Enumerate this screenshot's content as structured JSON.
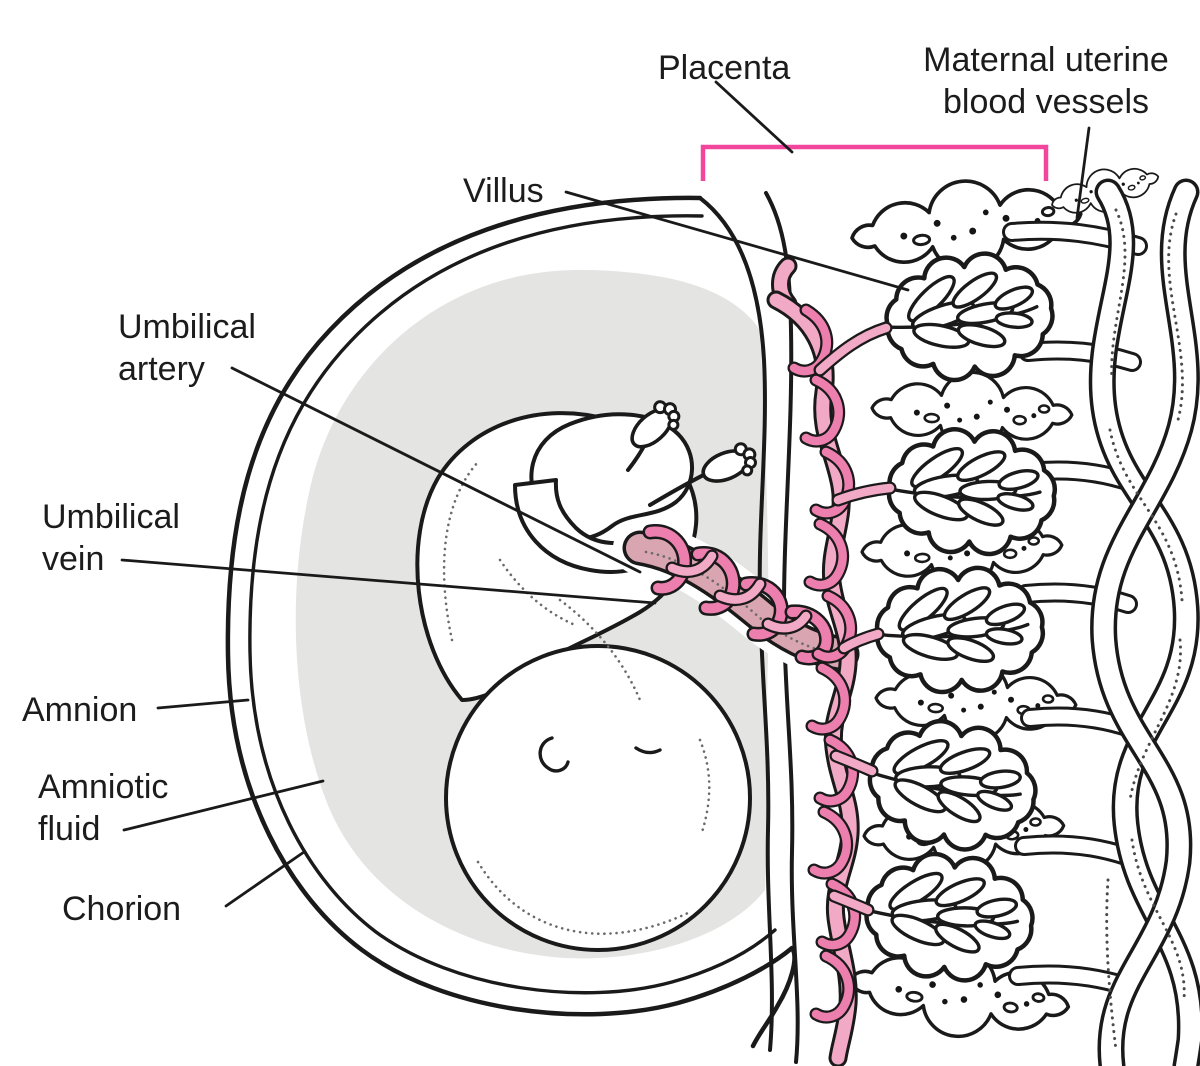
{
  "figure": {
    "description": "Anatomical diagram of a fetus in the uterus showing placenta and membranes",
    "labels": {
      "placenta": {
        "text": "Placenta"
      },
      "maternal": {
        "line1": "Maternal uterine",
        "line2": "blood vessels"
      },
      "villus": {
        "text": "Villus"
      },
      "umbilical_artery": {
        "line1": "Umbilical",
        "line2": "artery"
      },
      "umbilical_vein": {
        "line1": "Umbilical",
        "line2": "vein"
      },
      "amnion": {
        "text": "Amnion"
      },
      "amniotic_fluid": {
        "line1": "Amniotic",
        "line2": "fluid"
      },
      "chorion": {
        "text": "Chorion"
      }
    }
  },
  "colors": {
    "accent_pink": "#F2459C",
    "vessel_pink": "#F2A9C6",
    "vessel_pink_dark": "#ED7FAE",
    "cord_core": "#D9A5B1",
    "fluid_gray": "#E4E4E3",
    "ink": "#1A1A1A"
  }
}
